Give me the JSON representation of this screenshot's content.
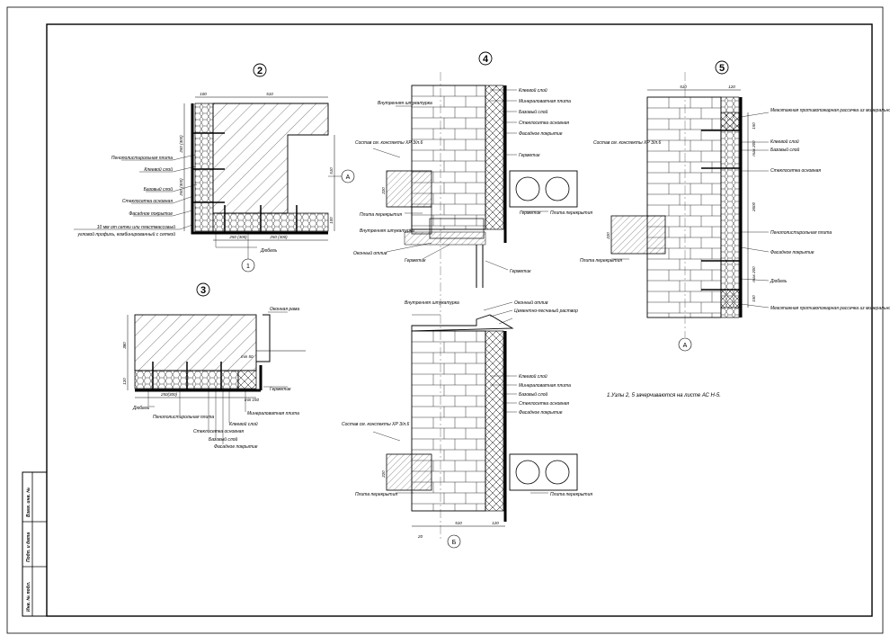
{
  "detail_numbers": [
    "2",
    "3",
    "4",
    "5"
  ],
  "axis_labels": {
    "d2": "A",
    "d2b": "1",
    "d4": "Б",
    "d5": "A"
  },
  "stamp": [
    "Инв. № подл.",
    "Подп. и дата",
    "Взам. инв. №"
  ],
  "note": "1.Узлы 2, 5 зачерчиваются на листе АС Н-5.",
  "d2": {
    "labels": [
      "Пенополистирольная плита",
      "Клеевой слой",
      "Базовый слой",
      "Стеклосетка основная",
      "Фасадное покрытие",
      "10 мм от сетки или пластмассовый",
      "угловой профиль, комбинированный с сеткой",
      "Дюбель"
    ],
    "dims": [
      "100",
      "510",
      "250 (300)",
      "250 (300)",
      "250 (300)",
      "250 (300)",
      "510",
      "100"
    ]
  },
  "d3": {
    "labels": [
      "Оконная рама",
      "Герметик",
      "Дюбель",
      "Пенополистирольная плита",
      "Стеклосетка основная",
      "Базовый слой",
      "Фасадное покрытие",
      "Клеевой слой",
      "Минераловатная плита"
    ],
    "dims": [
      "380",
      "120",
      "250(300)",
      "min 50",
      "min 150"
    ]
  },
  "d4": {
    "labels": [
      "Внутренняя штукатурка",
      "Клеевой слой",
      "Минераловатная плита",
      "Базовый слой",
      "Стеклосетка основная",
      "Фасадное покрытие",
      "Герметик",
      "Плита перекрытия",
      "Герметик",
      "Плита перекрытия",
      "Внутренняя штукатурка",
      "Оконный отлив",
      "Герметик",
      "Герметик",
      "Внутренняя штукатурка",
      "Оконный отлив",
      "Цементно-песчаный раствор",
      "Клеевой слой",
      "Минераловатная плита",
      "Базовый слой",
      "Стеклосетка основная",
      "Фасадное покрытие",
      "Плита перекрытия",
      "Плита перекрытия"
    ],
    "sostav": [
      "Состав см. конспекты ХР 3/л.6",
      "Состав см. конспекты ХР 3/л.6"
    ],
    "dims": [
      "220",
      "220",
      "510",
      "120",
      "20"
    ]
  },
  "d5": {
    "labels": [
      "Межэтажная противопожарная рассечка из минеральной плиты",
      "Клеевой слой",
      "Базовый слой",
      "Стеклосетка основная",
      "Пенополистирольная плита",
      "Фасадное покрытие",
      "Дюбель",
      "Межэтажная противопожарная рассечка из минеральной плиты",
      "Плита перекрытия"
    ],
    "sostav": "Состав см. конспекты ХР 3/л.6",
    "dims": [
      "510",
      "120",
      "150",
      "2600",
      "max 200",
      "220",
      "max 200",
      "150"
    ]
  }
}
